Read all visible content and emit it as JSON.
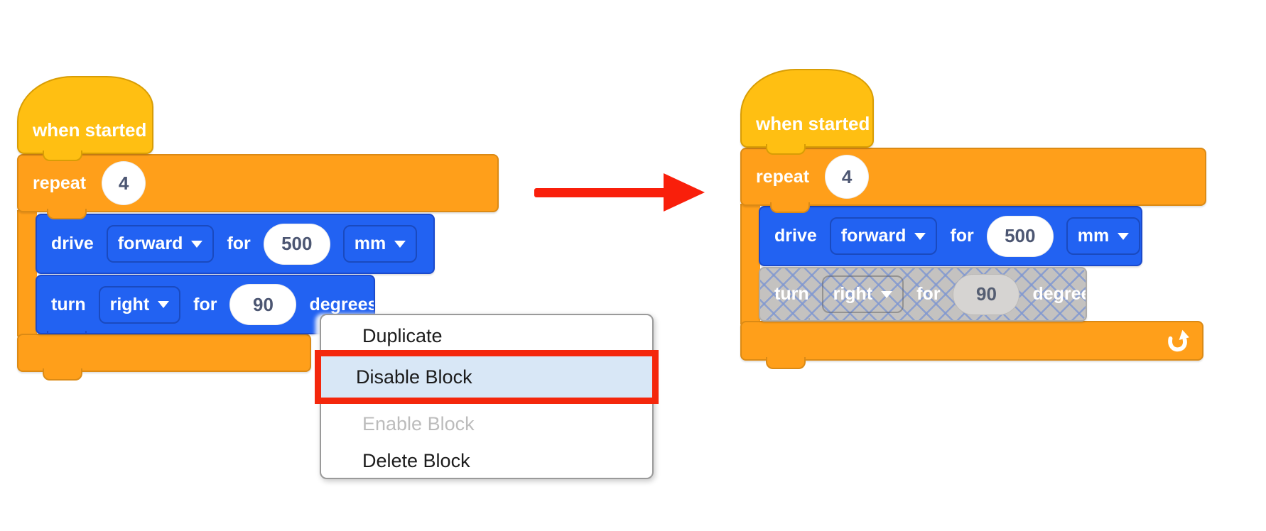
{
  "stacks": {
    "left": {
      "hat_label": "when started",
      "repeat": {
        "label": "repeat",
        "count": "4"
      },
      "drive": {
        "label": "drive",
        "direction": "forward",
        "for_label": "for",
        "value": "500",
        "unit": "mm"
      },
      "turn": {
        "label": "turn",
        "direction": "right",
        "for_label": "for",
        "value": "90",
        "unit_label": "degrees"
      }
    },
    "right": {
      "hat_label": "when started",
      "repeat": {
        "label": "repeat",
        "count": "4"
      },
      "drive": {
        "label": "drive",
        "direction": "forward",
        "for_label": "for",
        "value": "500",
        "unit": "mm"
      },
      "turn": {
        "label": "turn",
        "direction": "right",
        "for_label": "for",
        "value": "90",
        "unit_label": "degrees",
        "state": "disabled"
      }
    }
  },
  "menu": {
    "items": [
      {
        "label": "Duplicate"
      },
      {
        "label": "Disable Block",
        "state": "highlighted-with-red-annotation"
      },
      {
        "label": "Enable Block",
        "state": "disabled"
      },
      {
        "label": "Delete Block"
      }
    ]
  },
  "icons": {
    "dropdown_caret": "caret-down",
    "repeat_loop": "loop-arrow"
  },
  "colors": {
    "hat_fill": "#FFBF12",
    "hat_border": "#D89D05",
    "control_fill": "#FF9F1A",
    "control_border": "#DB8A15",
    "drive_fill": "#2262F2",
    "drive_border": "#1B4ACC",
    "disabled_fill": "#C4C2C0",
    "disabled_hatch": "#97ACD9",
    "menu_highlight": "#D8E7F6",
    "annotation_red": "#F4270C",
    "arrow_red": "#F91F0B",
    "number_text": "#4C5672"
  }
}
